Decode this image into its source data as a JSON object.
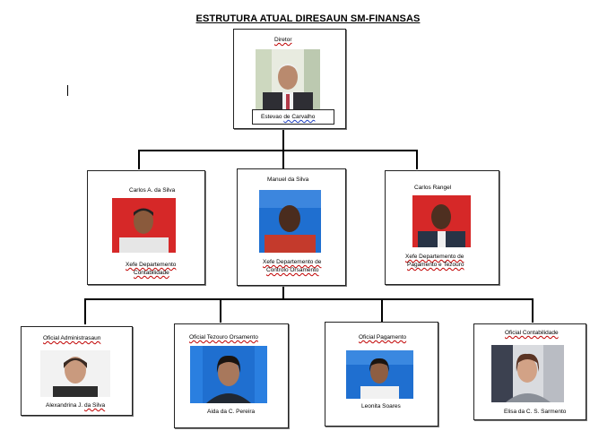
{
  "title": "ESTRUTURA ATUAL DIRESAUN SM-FINANSAS",
  "director": {
    "role": "Diretor",
    "name_first": "Estevao",
    "name_rest": "de Carvalho"
  },
  "heads": [
    {
      "name": "Carlos A. da Silva",
      "role_line1": "Xefe Departemento",
      "role_line2": "Contabilidade"
    },
    {
      "name": "Manuel da Silva",
      "role_line1": "Xefe Departemento de",
      "role_line2": "Controlo Orsamento"
    },
    {
      "name": "Carlos Rangel",
      "role_line1": "Xefe Departemento de",
      "role_line2": "Pagamento e Tezouro"
    }
  ],
  "officers": [
    {
      "role": "Oficial Administrasaun",
      "name_first": "Alexandrina J.",
      "name_rest": "da Silva"
    },
    {
      "role": "Oficial Tezouro Orsamento",
      "name": "Aida da C. Pereira"
    },
    {
      "role": "Oficial Pagamento",
      "name": "Leonita Soares"
    },
    {
      "role": "Oficial Contabilidade",
      "name": "Elisa da C. S. Sarmento"
    }
  ],
  "colors": {
    "line": "#000000",
    "spellcheck_red": "#c00000",
    "spellcheck_blue": "#1f3fbf",
    "photo_red_bg": "#d62828",
    "photo_blue_bg": "#1f6fd0"
  }
}
